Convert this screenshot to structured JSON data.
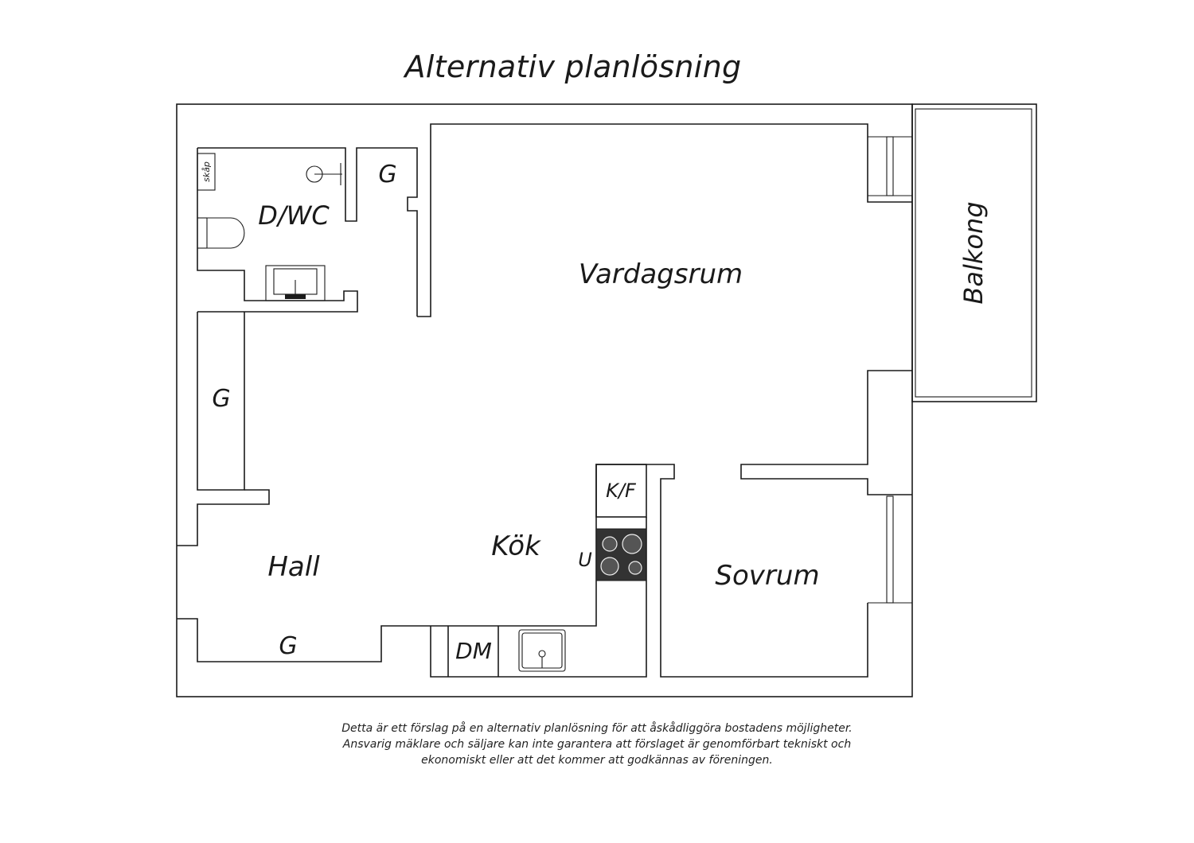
{
  "title": "Alternativ planlösning",
  "rooms": {
    "vardagsrum": "Vardagsrum",
    "balkong": "Balkong",
    "dwc": "D/WC",
    "hall": "Hall",
    "kok": "Kök",
    "sovrum": "Sovrum"
  },
  "storage": {
    "bath_closet": "G",
    "hall_closet": "G",
    "bottom_closet": "G",
    "skap": "skåp"
  },
  "kitchen": {
    "fridge": "K/F",
    "oven": "U",
    "dishwasher": "DM"
  },
  "disclaimer": [
    "Detta är ett förslag på en alternativ planlösning för att åskådliggöra bostadens möjligheter.",
    "Ansvarig mäklare och säljare kan inte garantera att förslaget är genomförbart tekniskt och",
    "ekonomiskt eller att det kommer att godkännas av föreningen."
  ],
  "colors": {
    "line": "#1a1a1a",
    "background": "#ffffff",
    "stove": "#333333"
  }
}
